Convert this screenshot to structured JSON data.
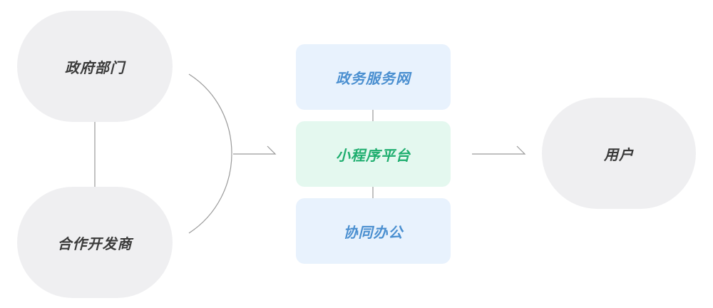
{
  "diagram": {
    "left_nodes": {
      "government": "政府部门",
      "developer": "合作开发商"
    },
    "platform_stack": {
      "top": "政务服务网",
      "middle": "小程序平台",
      "bottom": "协同办公"
    },
    "right_node": {
      "user": "用户"
    }
  },
  "colors": {
    "pill_bg": "#efeff1",
    "pill_text": "#3a3a3a",
    "blue_box_bg": "#e8f2fd",
    "blue_text": "#4a8fd0",
    "green_box_bg": "#e4f8ef",
    "green_text": "#1fae6f",
    "line": "#9a9a9a"
  }
}
